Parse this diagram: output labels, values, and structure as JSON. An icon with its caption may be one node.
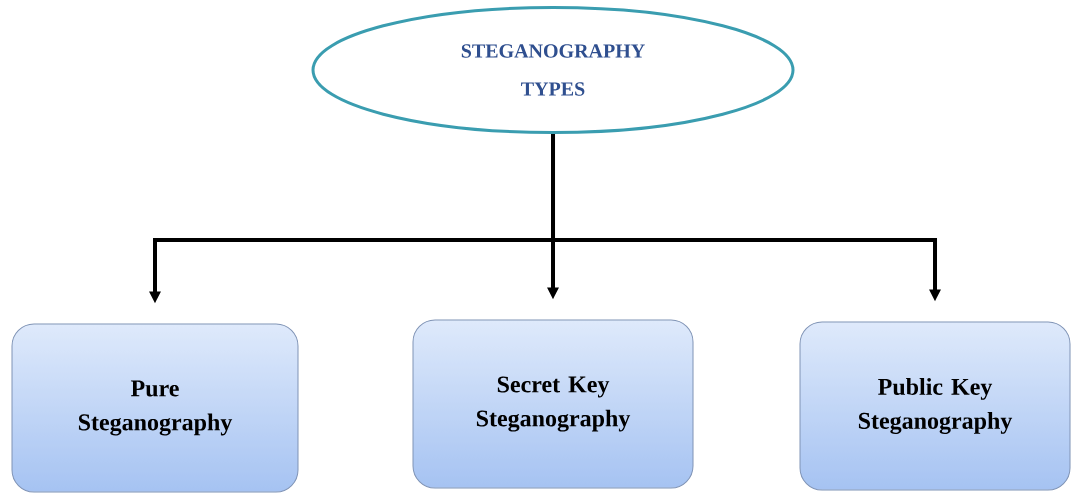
{
  "diagram": {
    "nodes": [
      {
        "text": [
          "STEGANOGRAPHY TYPES"
        ]
      },
      {
        "text": [
          "Pure Steganography"
        ]
      },
      {
        "text": [
          "Secret Key Steganography"
        ]
      },
      {
        "text": [
          "Public Key Steganography"
        ]
      }
    ],
    "edges": [
      {
        "from": 0,
        "to": 1,
        "arrow": "to"
      },
      {
        "from": 0,
        "to": 2,
        "arrow": "to"
      },
      {
        "from": 0,
        "to": 3,
        "arrow": "to"
      }
    ]
  }
}
